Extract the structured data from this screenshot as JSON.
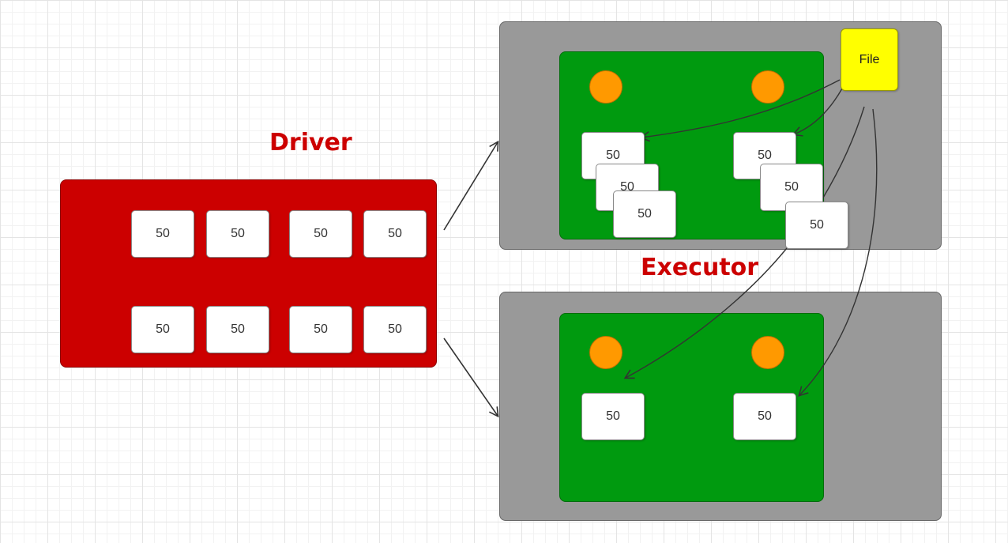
{
  "labels": {
    "driver": "Driver",
    "executor": "Executor"
  },
  "file": {
    "label": "File"
  },
  "driver_tasks": [
    "50",
    "50",
    "50",
    "50",
    "50",
    "50",
    "50",
    "50"
  ],
  "executor_1": {
    "tasks": [
      "50",
      "50",
      "50",
      "50",
      "50",
      "50"
    ]
  },
  "executor_2": {
    "tasks": [
      "50",
      "50"
    ]
  },
  "colors": {
    "driver": "#cc0000",
    "executor": "#999999",
    "worker_area": "#009a0f",
    "task_slot": "#ff9900",
    "file": "#ffff00",
    "label_text": "#cc0000"
  }
}
